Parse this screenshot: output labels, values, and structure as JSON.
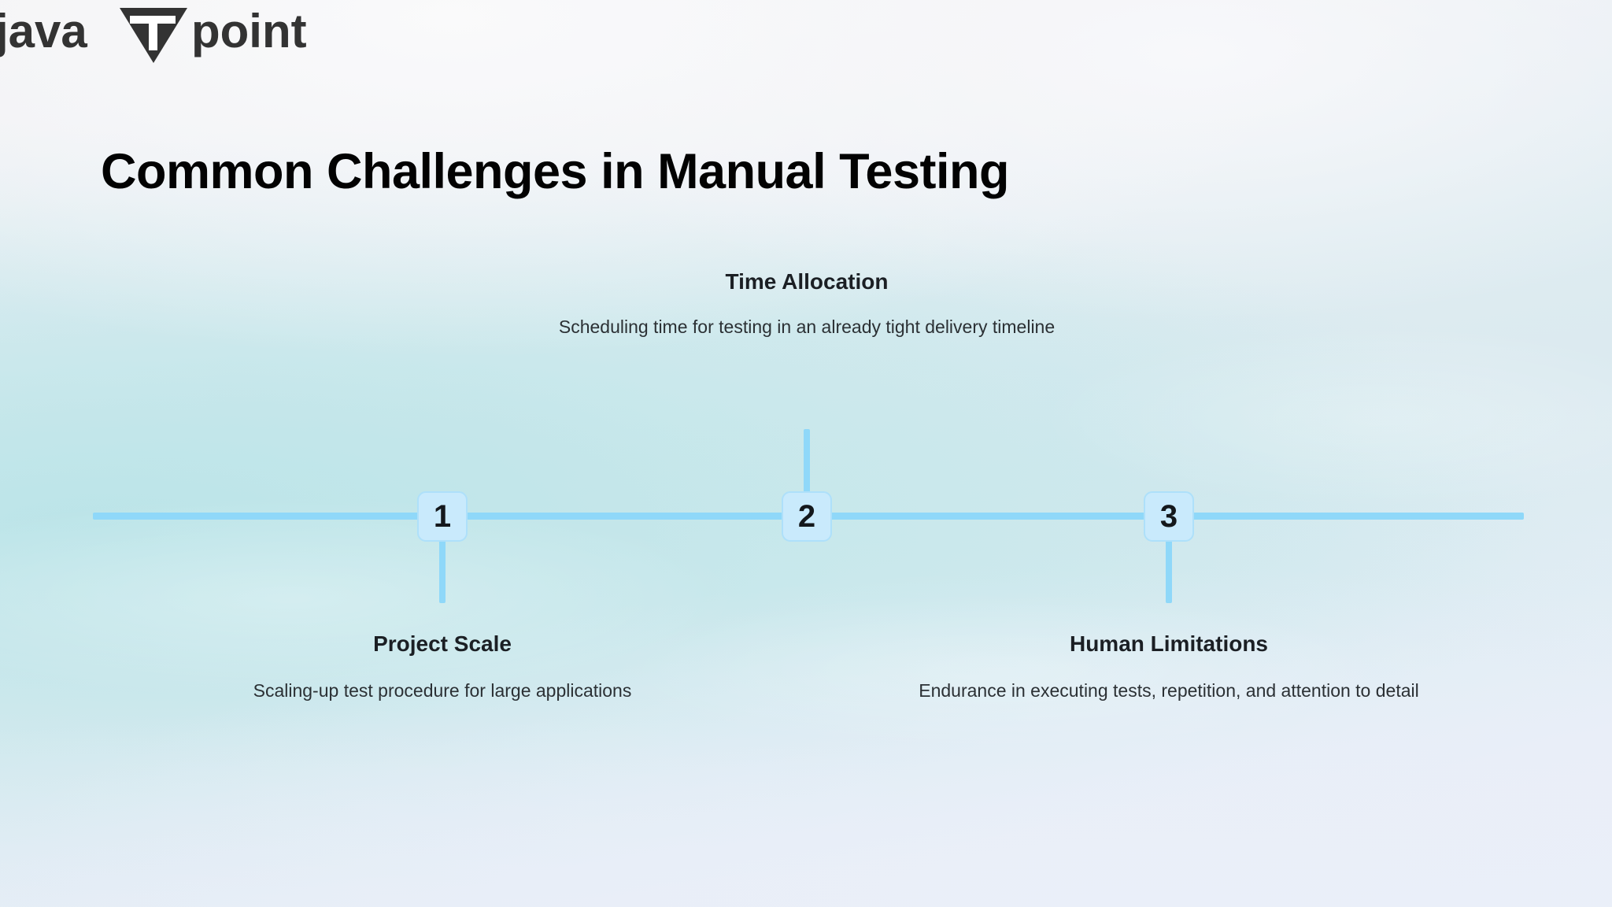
{
  "brand": {
    "name": "javaTpoint",
    "word_left": "java",
    "word_right": "point",
    "mark_letter": "T",
    "color": "#333333"
  },
  "slide": {
    "title": "Common Challenges in Manual Testing",
    "title_color": "#020202",
    "background_colors": [
      "#f2f2f3",
      "#dbeaf0",
      "#eaeff8"
    ]
  },
  "timeline": {
    "axis_color": "#8fd8f9",
    "marker_fill": "#c9eafc",
    "marker_border": "#aee0fa",
    "marker_text_color": "#14181c",
    "items": [
      {
        "number": "1",
        "heading": "Project Scale",
        "description": "Scaling-up test procedure for large applications",
        "position": "below"
      },
      {
        "number": "2",
        "heading": "Time Allocation",
        "description": "Scheduling time for testing in an already tight delivery timeline",
        "position": "above"
      },
      {
        "number": "3",
        "heading": "Human Limitations",
        "description": "Endurance in executing tests, repetition, and attention to detail",
        "position": "below"
      }
    ]
  }
}
